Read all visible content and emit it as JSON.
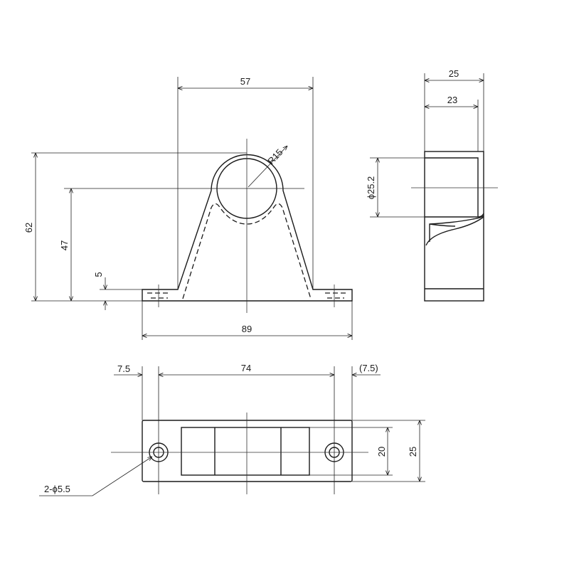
{
  "front_view": {
    "width_top": "57",
    "height_total": "62",
    "height_center": "47",
    "base_thickness": "5",
    "width_base": "89",
    "radius": "R15"
  },
  "side_view": {
    "width_outer": "25",
    "width_inner": "23",
    "bore_diameter": "ϕ25.2"
  },
  "top_view": {
    "edge_left": "7.5",
    "hole_pitch": "74",
    "edge_right": "(7.5)",
    "inner_height": "20",
    "outer_height": "25",
    "hole_callout": "2-ϕ5.5"
  },
  "colors": {
    "line": "#1a1a1a",
    "background": "#ffffff"
  }
}
